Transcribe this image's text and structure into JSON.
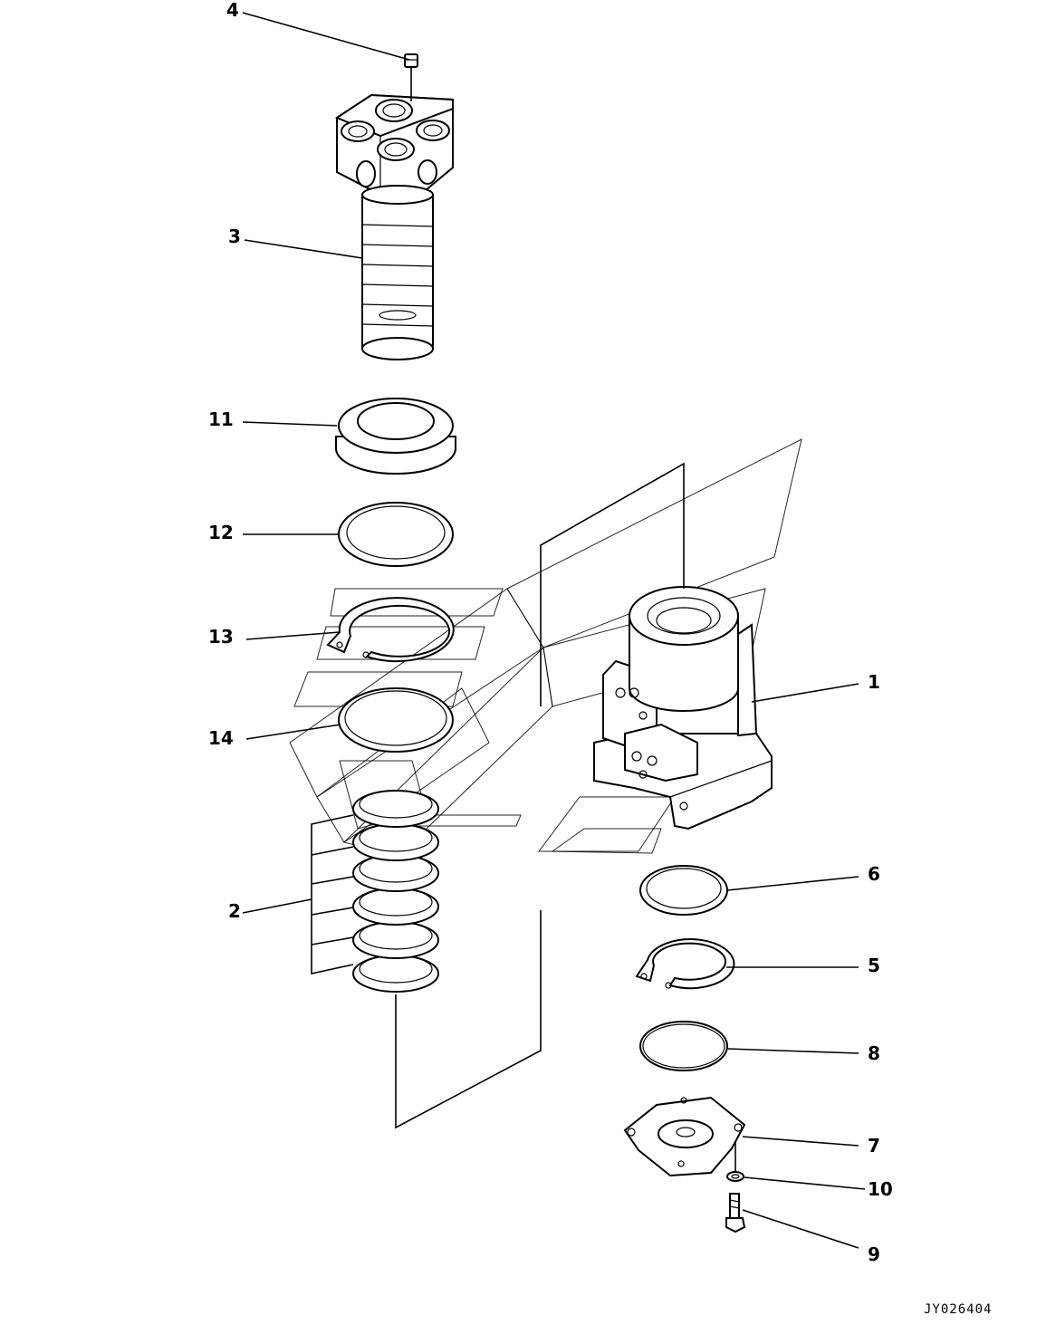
{
  "callouts": {
    "c1": "1",
    "c2": "2",
    "c3": "3",
    "c4": "4",
    "c5": "5",
    "c6": "6",
    "c7": "7",
    "c8": "8",
    "c9": "9",
    "c10": "10",
    "c11": "11",
    "c12": "12",
    "c13": "13",
    "c14": "14"
  },
  "drawing_code": "JY026404"
}
